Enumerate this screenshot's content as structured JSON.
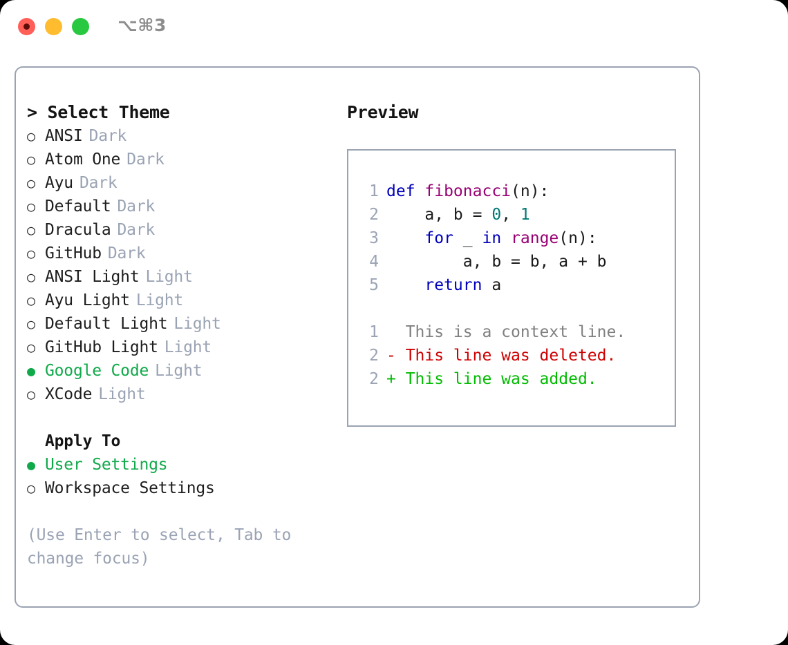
{
  "window": {
    "traffic_lights": [
      "close",
      "minimize",
      "zoom"
    ],
    "shortcut": "⌥⌘3"
  },
  "left": {
    "header": {
      "prompt": "> ",
      "title": "Select Theme"
    },
    "themes": [
      {
        "marker": "○",
        "name": "ANSI",
        "badge": "Dark",
        "selected": false
      },
      {
        "marker": "○",
        "name": "Atom One",
        "badge": "Dark",
        "selected": false
      },
      {
        "marker": "○",
        "name": "Ayu",
        "badge": "Dark",
        "selected": false
      },
      {
        "marker": "○",
        "name": "Default",
        "badge": "Dark",
        "selected": false
      },
      {
        "marker": "○",
        "name": "Dracula",
        "badge": "Dark",
        "selected": false
      },
      {
        "marker": "○",
        "name": "GitHub",
        "badge": "Dark",
        "selected": false
      },
      {
        "marker": "○",
        "name": "ANSI Light",
        "badge": "Light",
        "selected": false
      },
      {
        "marker": "○",
        "name": "Ayu Light",
        "badge": "Light",
        "selected": false
      },
      {
        "marker": "○",
        "name": "Default Light",
        "badge": "Light",
        "selected": false
      },
      {
        "marker": "○",
        "name": "GitHub Light",
        "badge": "Light",
        "selected": false
      },
      {
        "marker": "●",
        "name": "Google Code",
        "badge": "Light",
        "selected": true
      },
      {
        "marker": "○",
        "name": "XCode",
        "badge": "Light",
        "selected": false
      }
    ],
    "apply_to": {
      "title": "Apply To",
      "options": [
        {
          "marker": "●",
          "name": "User Settings",
          "selected": true
        },
        {
          "marker": "○",
          "name": "Workspace Settings",
          "selected": false
        }
      ]
    },
    "hint": "(Use Enter to select, Tab to change focus)"
  },
  "right": {
    "title": "Preview",
    "code_lines": [
      {
        "num": "1",
        "tokens": [
          {
            "t": "def ",
            "c": "kw"
          },
          {
            "t": "fibonacci",
            "c": "fn"
          },
          {
            "t": "(n):",
            "c": "pl"
          }
        ]
      },
      {
        "num": "2",
        "tokens": [
          {
            "t": "    a, b = ",
            "c": "pl"
          },
          {
            "t": "0",
            "c": "num"
          },
          {
            "t": ", ",
            "c": "pl"
          },
          {
            "t": "1",
            "c": "num"
          }
        ]
      },
      {
        "num": "3",
        "tokens": [
          {
            "t": "    ",
            "c": "pl"
          },
          {
            "t": "for",
            "c": "kw"
          },
          {
            "t": " _ ",
            "c": "pl"
          },
          {
            "t": "in",
            "c": "kw"
          },
          {
            "t": " ",
            "c": "pl"
          },
          {
            "t": "range",
            "c": "fn"
          },
          {
            "t": "(n):",
            "c": "pl"
          }
        ]
      },
      {
        "num": "4",
        "tokens": [
          {
            "t": "        a, b = b, a + b",
            "c": "pl"
          }
        ]
      },
      {
        "num": "5",
        "tokens": [
          {
            "t": "    ",
            "c": "pl"
          },
          {
            "t": "return",
            "c": "kw"
          },
          {
            "t": " a",
            "c": "pl"
          }
        ]
      }
    ],
    "diff_lines": [
      {
        "num": "1",
        "tokens": [
          {
            "t": "  This is a context line.",
            "c": "ctx"
          }
        ]
      },
      {
        "num": "2",
        "tokens": [
          {
            "t": "- This line was deleted.",
            "c": "del"
          }
        ]
      },
      {
        "num": "2",
        "tokens": [
          {
            "t": "+ This line was added.",
            "c": "add"
          }
        ]
      }
    ]
  },
  "colors": {
    "accent_green": "#10a94a",
    "muted_blue_gray": "#9aa3b4",
    "border": "#9aa3b2",
    "keyword": "#0000bb",
    "function": "#990073",
    "number": "#007777",
    "diff_added": "#00bb00",
    "diff_deleted": "#cc0000",
    "diff_context": "#808080",
    "traffic_red": "#ff5f57",
    "traffic_yellow": "#febc2e",
    "traffic_green": "#28c840"
  }
}
